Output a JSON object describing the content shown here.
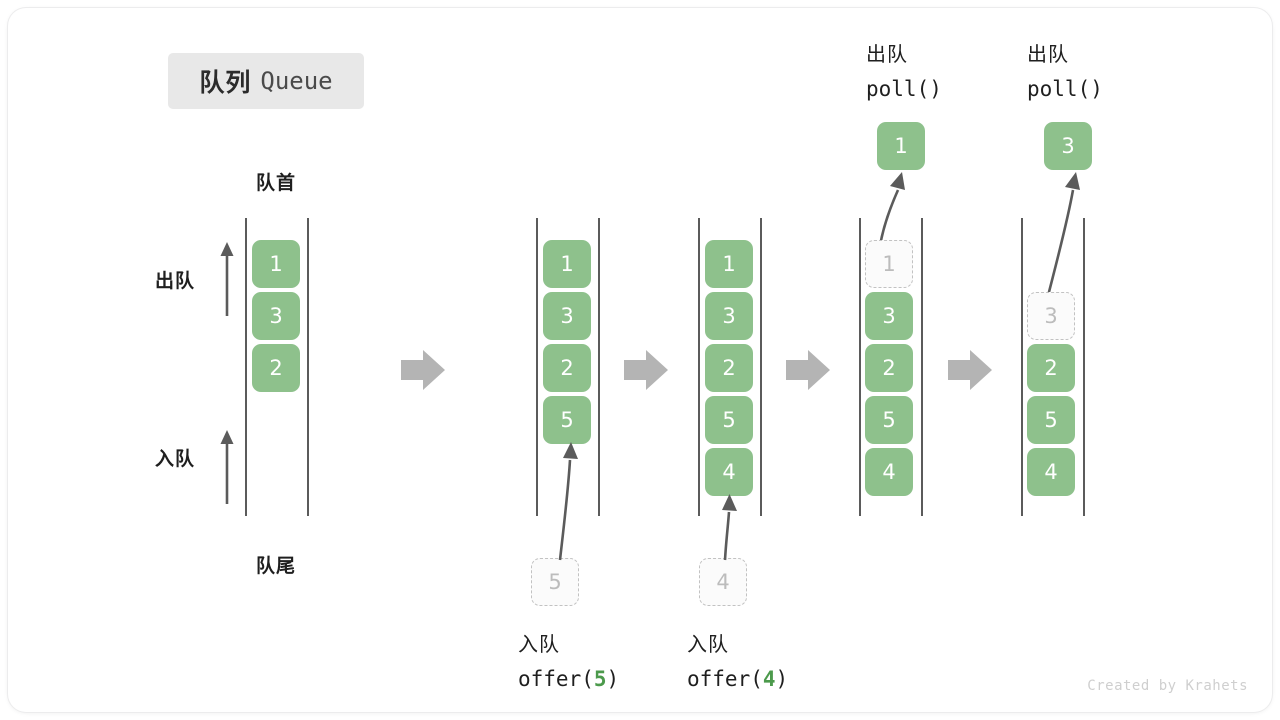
{
  "title": {
    "cn": "队列",
    "en": "Queue"
  },
  "labels": {
    "head": "队首",
    "tail": "队尾",
    "dequeue": "出队",
    "enqueue": "入队"
  },
  "colors": {
    "cell_green": "#8ec18c",
    "ghost_border": "#c2c2c2",
    "ghost_text": "#bcbcbc",
    "rail": "#5b5b5b",
    "flow_arrow": "#b4b4b4",
    "chip_bg": "#e8e8e8",
    "accent_value": "#4c9a4c"
  },
  "stages": [
    {
      "name": "initial",
      "cells": [
        "1",
        "3",
        "2"
      ],
      "ghost_index": -1
    },
    {
      "name": "after-offer-5",
      "cells": [
        "1",
        "3",
        "2",
        "5"
      ],
      "ghost_index": -1
    },
    {
      "name": "after-offer-4",
      "cells": [
        "1",
        "3",
        "2",
        "5",
        "4"
      ],
      "ghost_index": -1
    },
    {
      "name": "poll-1",
      "cells": [
        "1",
        "3",
        "2",
        "5",
        "4"
      ],
      "ghost_index": 0
    },
    {
      "name": "poll-3",
      "cells": [
        "3",
        "2",
        "5",
        "4"
      ],
      "ghost_index": 0
    }
  ],
  "operations": {
    "offer_5": {
      "cn": "入队",
      "call_prefix": "offer(",
      "value": "5",
      "call_suffix": ")",
      "ghost_value": "5"
    },
    "offer_4": {
      "cn": "入队",
      "call_prefix": "offer(",
      "value": "4",
      "call_suffix": ")",
      "ghost_value": "4"
    },
    "poll_1": {
      "cn": "出队",
      "call": "poll()",
      "result": "1"
    },
    "poll_3": {
      "cn": "出队",
      "call": "poll()",
      "result": "3"
    }
  },
  "footer": "Created by Krahets"
}
